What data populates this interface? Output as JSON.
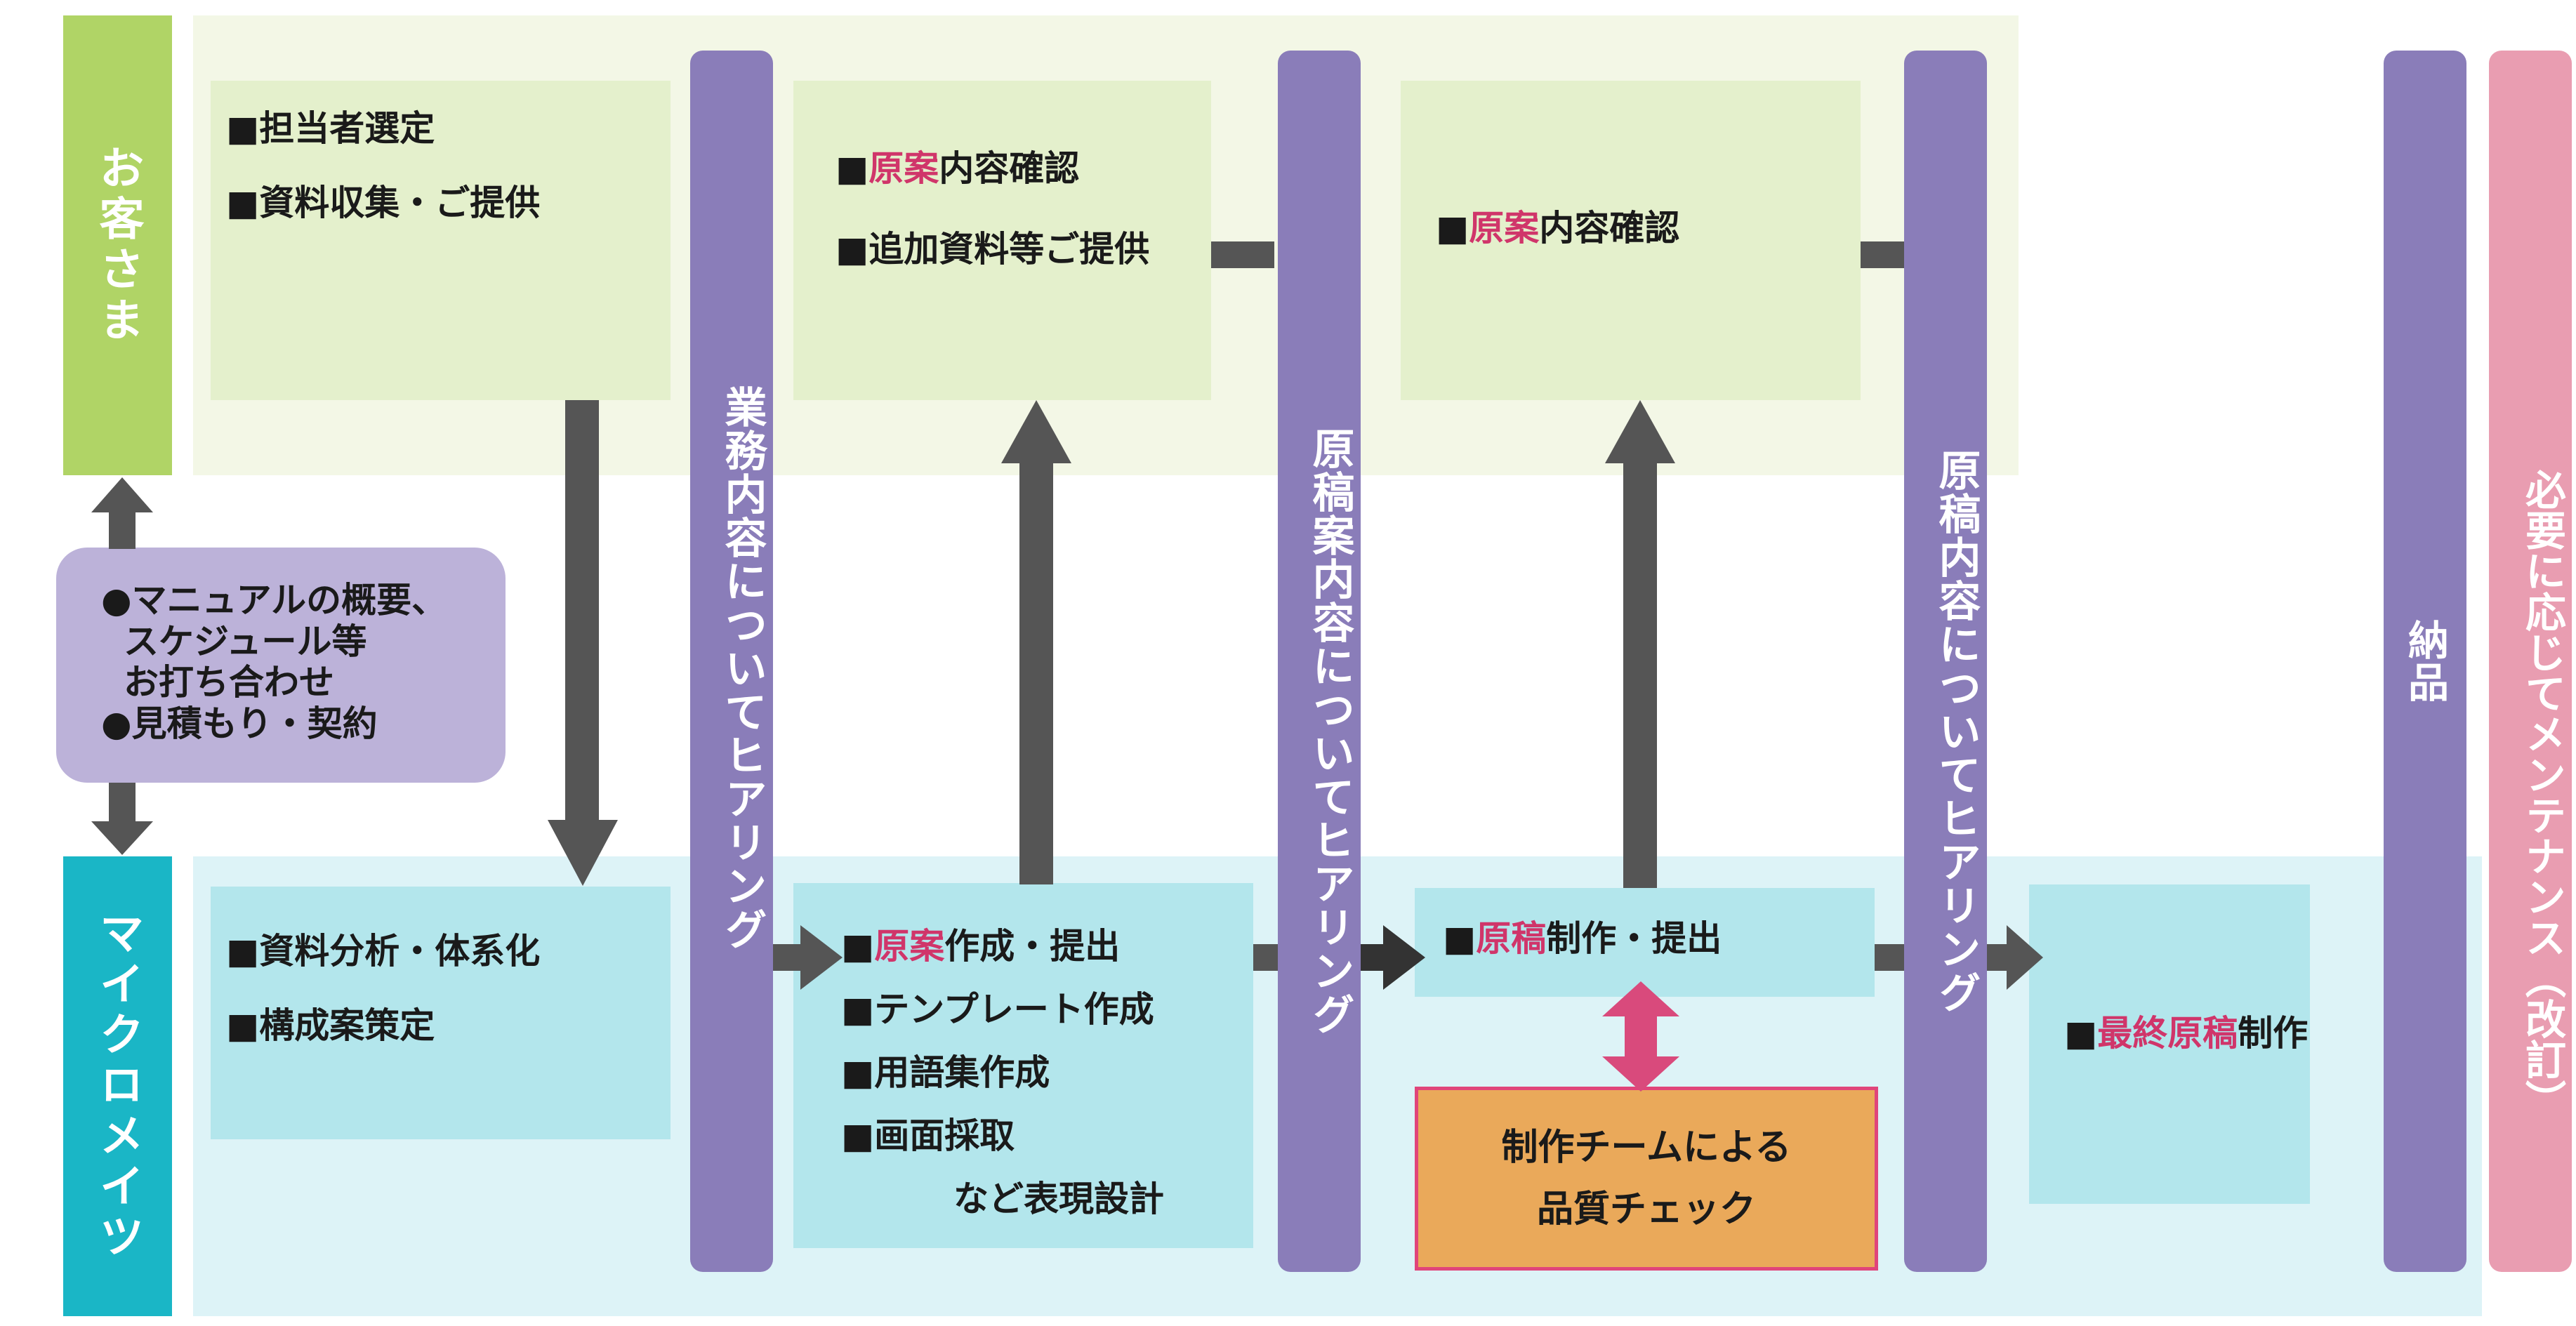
{
  "lanes": {
    "client": "お客さま",
    "micromates": "マイクロメイツ"
  },
  "summary": {
    "line1": "●マニュアルの概要、",
    "line2": "スケジュール等",
    "line3": "お打ち合わせ",
    "line4": "●見積もり・契約"
  },
  "client_boxes": {
    "box1": {
      "item1": "■担当者選定",
      "item2": "■資料収集・ご提供"
    },
    "box2": {
      "item1_prefix": "■",
      "item1_highlight": "原案",
      "item1_rest": "内容確認",
      "item2": "■追加資料等ご提供"
    },
    "box3": {
      "item1_prefix": "■",
      "item1_highlight": "原案",
      "item1_rest": "内容確認"
    }
  },
  "mm_boxes": {
    "box1": {
      "item1": "■資料分析・体系化",
      "item2": "■構成案策定"
    },
    "box2": {
      "item1_prefix": "■",
      "item1_highlight": "原案",
      "item1_rest": "作成・提出",
      "item2": "■テンプレート作成",
      "item3": "■用語集作成",
      "item4": "■画面採取",
      "item5": "など表現設計"
    },
    "box3": {
      "item1_prefix": "■",
      "item1_highlight": "原稿",
      "item1_rest": "制作・提出"
    },
    "box4": {
      "item1_prefix": "■",
      "item1_highlight": "最終原稿",
      "item1_rest": "制作"
    }
  },
  "quality_check": {
    "line1": "制作チームによる",
    "line2": "品質チェック"
  },
  "pillars": {
    "p1": "業務内容についてヒアリング",
    "p2": "原稿案内容についてヒアリング",
    "p3": "原稿内容についてヒアリング",
    "p4": "納品",
    "p5": "必要に応じてメンテナンス（改訂）"
  },
  "colors": {
    "client_lane": "#b0d466",
    "micromates_lane": "#1ab6c6",
    "pillar": "#8a7db9",
    "maintenance": "#e99db1",
    "highlight_text": "#d0356a",
    "arrow": "#555555",
    "quality_box": "#eaa95a"
  }
}
